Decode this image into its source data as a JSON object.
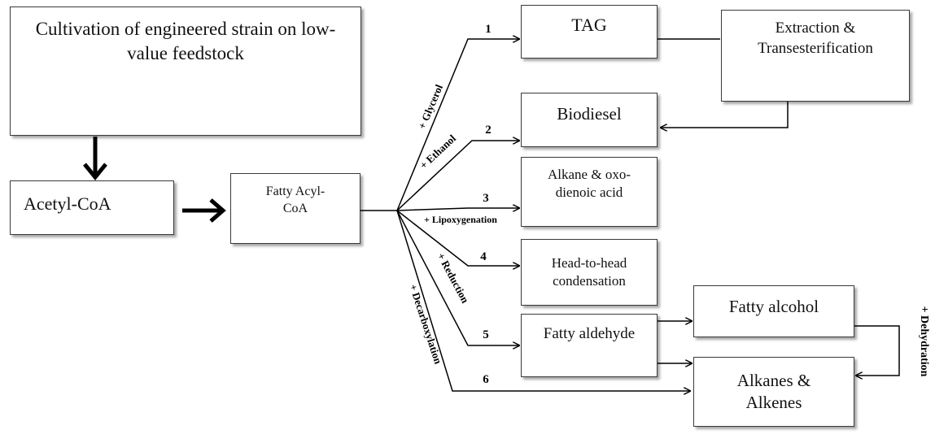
{
  "boxes": {
    "cultivation": "Cultivation of engineered strain on low-value feedstock",
    "acetyl_coa": "Acetyl-CoA",
    "fatty_acyl_coa": "Fatty Acyl-CoA",
    "tag": "TAG",
    "extraction": "Extraction & Transesterification",
    "biodiesel": "Biodiesel",
    "alkane_oxo": "Alkane & oxo-dienoic acid",
    "head_to_head": "Head-to-head condensation",
    "fatty_aldehyde": "Fatty aldehyde",
    "fatty_alcohol": "Fatty alcohol",
    "alkanes_alkenes": "Alkanes & Alkenes"
  },
  "pathway_numbers": [
    "1",
    "2",
    "3",
    "4",
    "5",
    "6"
  ],
  "reagents": {
    "glycerol": "+ Glycerol",
    "ethanol": "+ Ethanol",
    "lipoxygenation": "+ Lipoxygenation",
    "reduction": "+ Reduction",
    "decarboxylation": "+ Decarboxylation",
    "dehydration": "+ Dehydration"
  }
}
